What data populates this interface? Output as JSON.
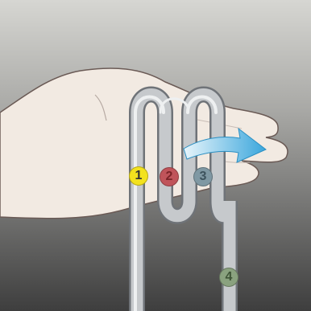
{
  "steps": [
    {
      "number": "1",
      "color": "#f3e21e",
      "text_color": "#333333"
    },
    {
      "number": "2",
      "color": "#c0545a",
      "text_color": "#7a2428"
    },
    {
      "number": "3",
      "color": "#7f98a3",
      "text_color": "#3d535d"
    },
    {
      "number": "4",
      "color": "#8aa27f",
      "text_color": "#3e5436"
    }
  ],
  "colors": {
    "background_top": "#d4d4d0",
    "background_bottom": "#454545",
    "hand": "#f2eae2",
    "hand_outline": "#6a5a55",
    "rope": "#b9bcc0",
    "arrow": "#4ab0e0"
  }
}
